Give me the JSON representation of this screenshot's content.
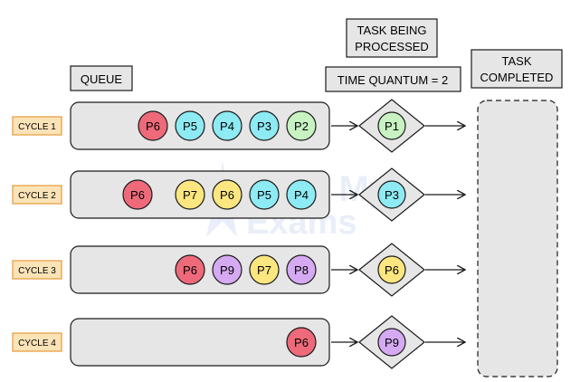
{
  "headers": {
    "queue": "QUEUE",
    "processing_line1": "TASK BEING",
    "processing_line2": "PROCESSED",
    "time_quantum": "TIME QUANTUM = 2",
    "completed_line1": "TASK",
    "completed_line2": "COMPLETED"
  },
  "watermark": {
    "line1": "Save My",
    "line2": "Exams"
  },
  "colors": {
    "red": "#ee6a7a",
    "cyan": "#8eeaf3",
    "green": "#c8f2c2",
    "yellow": "#fbe680",
    "purple": "#d6aaf2",
    "label_bg": "#fbe3b8",
    "label_border": "#e59a3a",
    "box_bg": "#e6e6e6"
  },
  "cycles": [
    {
      "label": "CYCLE 1",
      "queue": [
        {
          "text": "P6",
          "color": "red"
        },
        {
          "text": "P5",
          "color": "cyan"
        },
        {
          "text": "P4",
          "color": "cyan"
        },
        {
          "text": "P3",
          "color": "cyan"
        },
        {
          "text": "P2",
          "color": "green"
        }
      ],
      "gap_after_first": false,
      "processing": {
        "text": "P1",
        "color": "green"
      }
    },
    {
      "label": "CYCLE 2",
      "queue": [
        {
          "text": "P6",
          "color": "red"
        },
        {
          "text": "P7",
          "color": "yellow"
        },
        {
          "text": "P6",
          "color": "yellow"
        },
        {
          "text": "P5",
          "color": "cyan"
        },
        {
          "text": "P4",
          "color": "cyan"
        }
      ],
      "gap_after_first": true,
      "processing": {
        "text": "P3",
        "color": "cyan"
      }
    },
    {
      "label": "CYCLE 3",
      "queue": [
        {
          "text": "P6",
          "color": "red"
        },
        {
          "text": "P9",
          "color": "purple"
        },
        {
          "text": "P7",
          "color": "yellow"
        },
        {
          "text": "P8",
          "color": "purple"
        }
      ],
      "gap_after_first": false,
      "processing": {
        "text": "P6",
        "color": "yellow"
      }
    },
    {
      "label": "CYCLE 4",
      "queue": [
        {
          "text": "P6",
          "color": "red"
        }
      ],
      "gap_after_first": false,
      "processing": {
        "text": "P9",
        "color": "purple"
      }
    }
  ]
}
